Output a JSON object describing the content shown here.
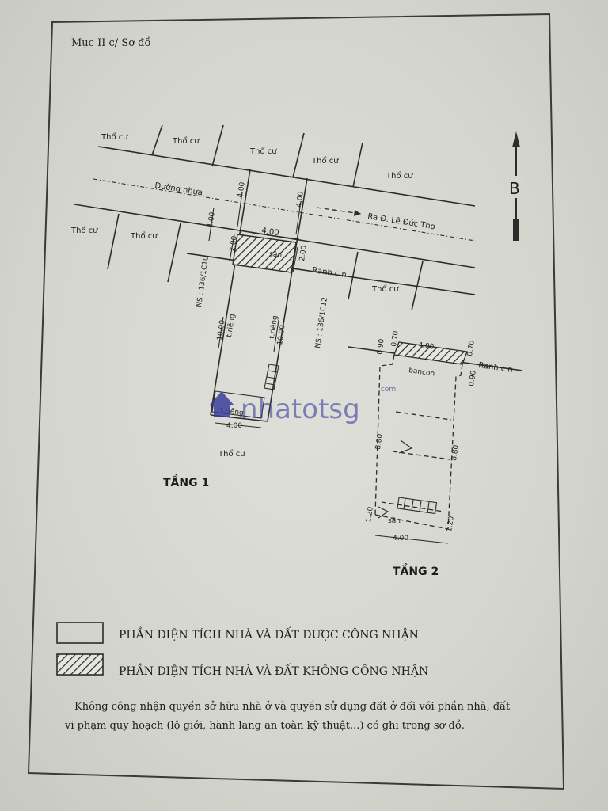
{
  "section_title": "Mục II c/ Sơ đồ",
  "north_label": "B",
  "labels": {
    "tho_cu": "Thổ cư",
    "duong_nhua": "Đường nhựa",
    "ra_duong": "Ra Đ. Lê Đức Thọ",
    "ranh_cn": "Ranh c n",
    "san": "sân",
    "t_rieng": "t.riêng",
    "bancon": "bancon",
    "ns_left": "NS : 136/1C10",
    "ns_right": "NS : 136/1C12"
  },
  "dimensions": {
    "d400": "4.00",
    "d200": "2.00",
    "d1000": "10.00",
    "d070": "0.70",
    "d090": "0.90",
    "d880": "8.80",
    "d120": "1.20"
  },
  "floors": {
    "floor1": "TẦNG 1",
    "floor2": "TẦNG 2"
  },
  "watermark": {
    "text": "nhatotsg",
    "suffix": ".com"
  },
  "legend": {
    "recognized": "PHẦN DIỆN TÍCH NHÀ VÀ ĐẤT ĐƯỢC CÔNG NHẬN",
    "not_recognized": "PHẦN DIỆN TÍCH NHÀ VÀ ĐẤT KHÔNG CÔNG NHẬN"
  },
  "note_lines": [
    "Không công nhận quyền sở hữu nhà ở và quyền sử dụng đất ở đối với phần nhà, đất",
    "vi phạm quy hoạch (lộ giới, hành lang an toàn kỹ thuật...) có ghi trong sơ đồ."
  ],
  "colors": {
    "paper": "#d8dad3",
    "ink": "#2c2c2a",
    "watermark": "#3d3d9e"
  }
}
